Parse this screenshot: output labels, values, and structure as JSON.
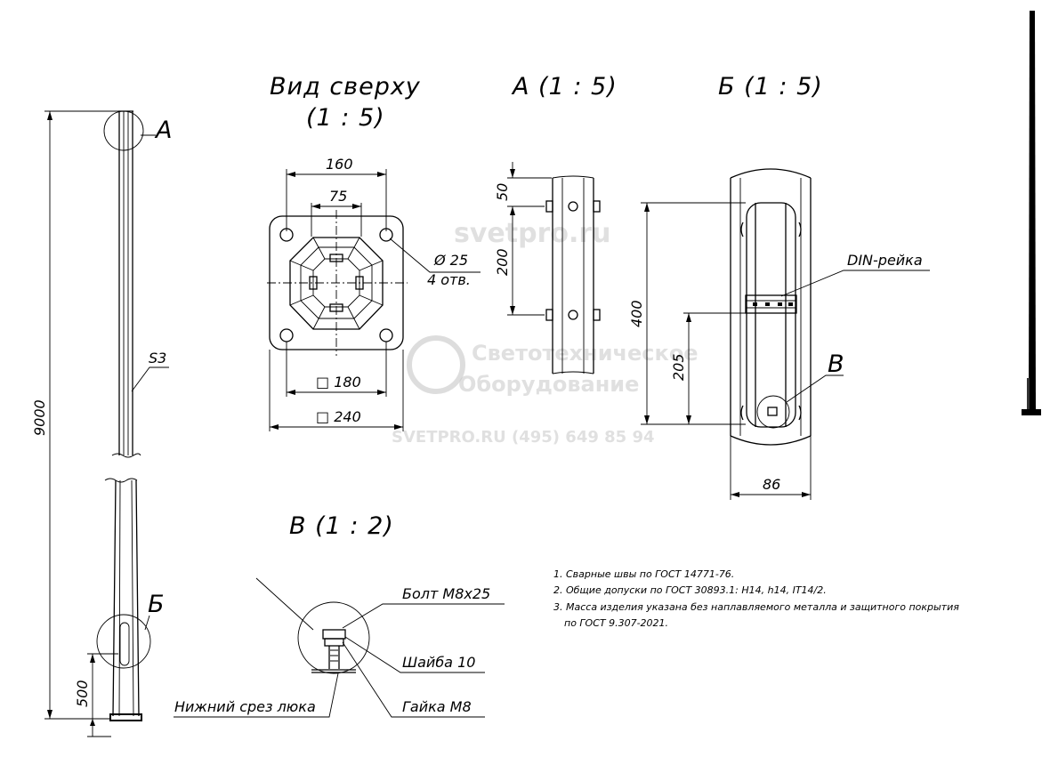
{
  "views": {
    "top_view_title": "Вид сверху",
    "top_view_scale": "(1 : 5)",
    "view_a_title": "А (1 : 5)",
    "view_b_title": "Б (1 : 5)",
    "view_v_title": "В (1 : 2)"
  },
  "pole": {
    "label_a": "А",
    "label_b": "Б",
    "label_s3": "S3",
    "dim_total": "9000",
    "dim_bottom": "500"
  },
  "top_view": {
    "dim_160": "160",
    "dim_75": "75",
    "hole_diameter": "Ø 25",
    "hole_count": "4 отв.",
    "dim_180": "□ 180",
    "dim_240": "□ 240"
  },
  "view_a": {
    "dim_50": "50",
    "dim_200": "200"
  },
  "view_b": {
    "din_rail": "DIN-рейка",
    "dim_400": "400",
    "dim_205": "205",
    "label_v": "В",
    "dim_86": "86"
  },
  "view_v": {
    "bolt": "Болт М8х25",
    "washer": "Шайба 10",
    "nut": "Гайка М8",
    "hatch_bottom": "Нижний срез люка"
  },
  "notes": [
    "1. Сварные швы по ГОСТ 14771-76.",
    "2. Общие допуски по ГОСТ 30893.1: H14, h14, IT14/2.",
    "3. Масса изделия указана без наплавляемого металла и защитного покрытия",
    "по ГОСТ 9.307-2021."
  ],
  "watermark": {
    "site": "svetpro.ru",
    "company_line1": "Светотехническое",
    "company_line2": "Оборудование",
    "contact": "SVETPRO.RU (495) 649 85 94"
  }
}
